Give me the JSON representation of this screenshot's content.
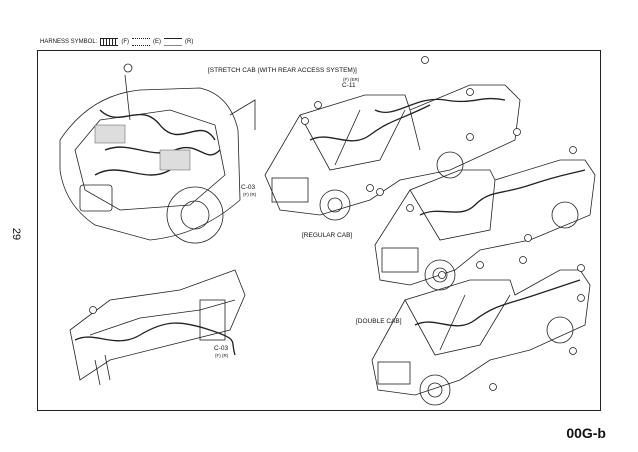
{
  "legend": {
    "title": "HARNESS SYMBOL:",
    "f": "(F)",
    "e": "(E)",
    "r": "(R)"
  },
  "page_number": "29",
  "doc_code": "00G-b",
  "views": {
    "stretch_cab": "[STRETCH CAB (WITH REAR ACCESS SYSTEM)]",
    "regular_cab": "[REGULAR CAB]",
    "double_cab": "[DOUBLE CAB]"
  },
  "connectors": {
    "c11_note": "(F) (ER)",
    "c11": "C-11",
    "c03_truck": "C-03",
    "c03_truck_note": "(F) (R)",
    "c03_dash": "C-03",
    "c03_dash_note": "(F) (R)"
  }
}
